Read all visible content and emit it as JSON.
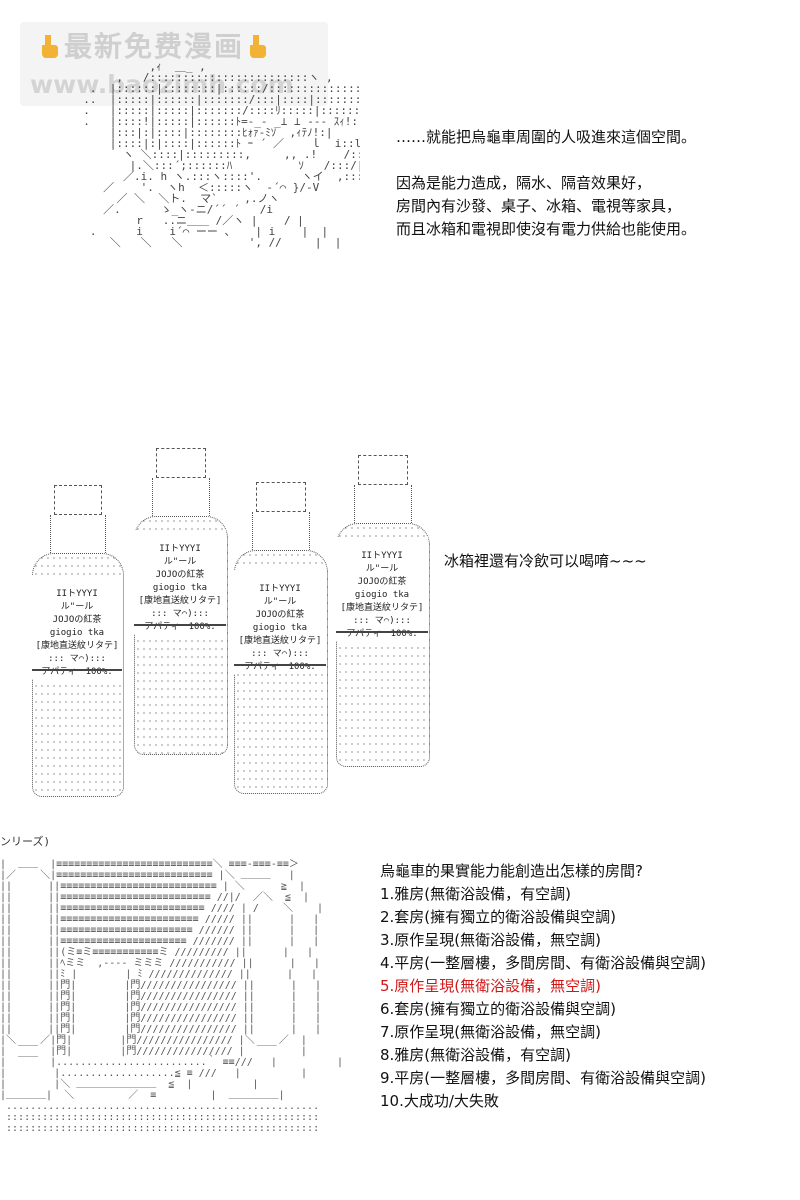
{
  "watermark": {
    "line1": "最新免费漫画",
    "line2": "www.baozimh.com",
    "icon": "pointing-hand-icon",
    "icon_color": "#f2b233"
  },
  "panel1": {
    "text_lines": [
      "……就能把烏龜車周圍的人吸進來這個空間。",
      "",
      "因為是能力造成，隔水、隔音效果好，",
      "房間內有沙發、桌子、冰箱、電視等家具，",
      "而且冰箱和電視即使沒有電力供給也能使用。"
    ]
  },
  "panel2": {
    "caption": "冰箱裡還有冷飲可以喝唷~~~",
    "bottle_label": {
      "brand1": "IIトYYYI",
      "brand2": "ル\"ール",
      "name": "JOJOの紅茶",
      "sub": "giogio tka",
      "tag": "[康地直送紋リタテ]",
      "dots": "::: マ⌒):::",
      "pct": "アパティー100%."
    }
  },
  "panel3": {
    "corner_label": "ンリーズ)",
    "question": "烏龜車的果實能力能創造出怎樣的房間?",
    "highlight_color": "#d01818",
    "options": [
      {
        "text": "1.雅房(無衛浴設備，有空調)",
        "highlight": false
      },
      {
        "text": "2.套房(擁有獨立的衛浴設備與空調)",
        "highlight": false
      },
      {
        "text": "3.原作呈現(無衛浴設備，無空調)",
        "highlight": false
      },
      {
        "text": "4.平房(一整層樓，多間房間、有衛浴設備與空調)",
        "highlight": false
      },
      {
        "text": "5.原作呈現(無衛浴設備，無空調)",
        "highlight": true
      },
      {
        "text": "6.套房(擁有獨立的衛浴設備與空調)",
        "highlight": false
      },
      {
        "text": "7.原作呈現(無衛浴設備，無空調)",
        "highlight": false
      },
      {
        "text": "8.雅房(無衛浴設備，有空調)",
        "highlight": false
      },
      {
        "text": "9.平房(一整層樓，多間房間、有衛浴設備與空調)",
        "highlight": false
      },
      {
        "text": "10.大成功/大失敗",
        "highlight": false
      }
    ]
  }
}
